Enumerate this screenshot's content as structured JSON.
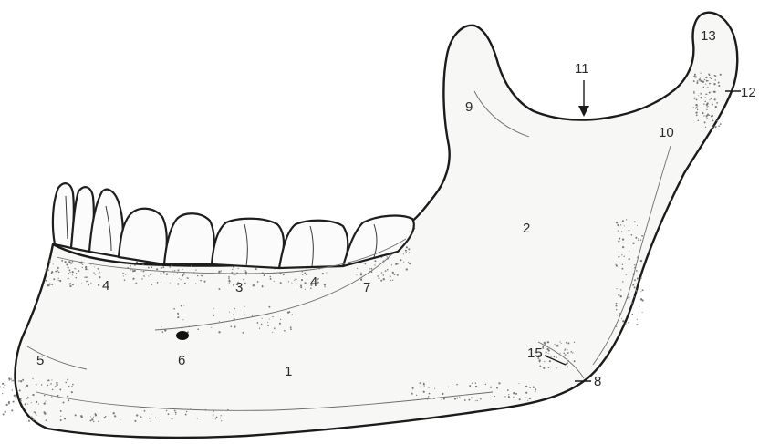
{
  "figure": {
    "subject": "mandible-lateral-view",
    "labels": [
      {
        "id": "label-1",
        "text": "1"
      },
      {
        "id": "label-2",
        "text": "2"
      },
      {
        "id": "label-3",
        "text": "3"
      },
      {
        "id": "label-4a",
        "text": "4"
      },
      {
        "id": "label-4b",
        "text": "4"
      },
      {
        "id": "label-5",
        "text": "5"
      },
      {
        "id": "label-6",
        "text": "6"
      },
      {
        "id": "label-7",
        "text": "7"
      },
      {
        "id": "label-8",
        "text": "8"
      },
      {
        "id": "label-9",
        "text": "9"
      },
      {
        "id": "label-10",
        "text": "10"
      },
      {
        "id": "label-11",
        "text": "11"
      },
      {
        "id": "label-12",
        "text": "12"
      },
      {
        "id": "label-13",
        "text": "13"
      },
      {
        "id": "label-15",
        "text": "15"
      }
    ]
  }
}
